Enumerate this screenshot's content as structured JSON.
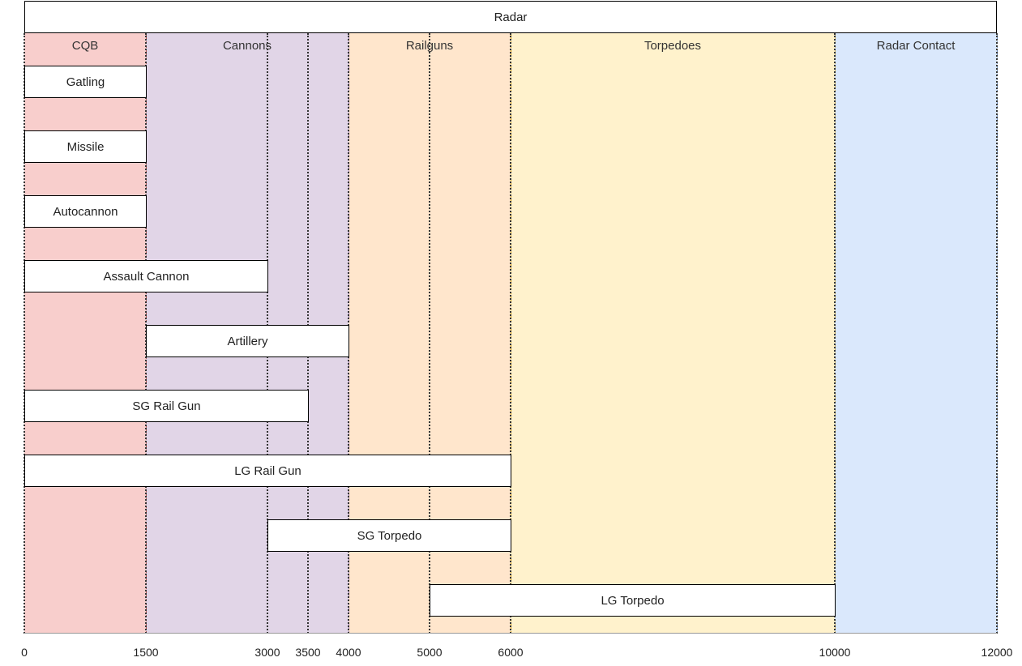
{
  "header": {
    "label": "Radar"
  },
  "axis": {
    "min": 0,
    "max": 12000
  },
  "zones": [
    {
      "label": "CQB",
      "start": 0,
      "end": 1500,
      "fill": "#f8cecc",
      "border": "#b85450"
    },
    {
      "label": "Cannons",
      "start": 1500,
      "end": 4000,
      "fill": "#e1d5e7",
      "border": "#9673a6"
    },
    {
      "label": "Railguns",
      "start": 4000,
      "end": 6000,
      "fill": "#ffe6cc",
      "border": "#d79b00"
    },
    {
      "label": "Torpedoes",
      "start": 6000,
      "end": 10000,
      "fill": "#fff2cc",
      "border": "#d6b656"
    },
    {
      "label": "Radar Contact",
      "start": 10000,
      "end": 12000,
      "fill": "#dae8fc",
      "border": "#6c8ebf"
    }
  ],
  "weapons": [
    {
      "label": "Gatling",
      "start": 0,
      "end": 1500
    },
    {
      "label": "Missile",
      "start": 0,
      "end": 1500
    },
    {
      "label": "Autocannon",
      "start": 0,
      "end": 1500
    },
    {
      "label": "Assault Cannon",
      "start": 0,
      "end": 3000
    },
    {
      "label": "Artillery",
      "start": 1500,
      "end": 4000
    },
    {
      "label": "SG Rail Gun",
      "start": 0,
      "end": 3500
    },
    {
      "label": "LG Rail Gun",
      "start": 0,
      "end": 6000
    },
    {
      "label": "SG Torpedo",
      "start": 3000,
      "end": 6000
    },
    {
      "label": "LG Torpedo",
      "start": 5000,
      "end": 10000
    }
  ],
  "ticks": [
    "0",
    "1500",
    "3000",
    "3500",
    "4000",
    "5000",
    "6000",
    "10000",
    "12000"
  ]
}
